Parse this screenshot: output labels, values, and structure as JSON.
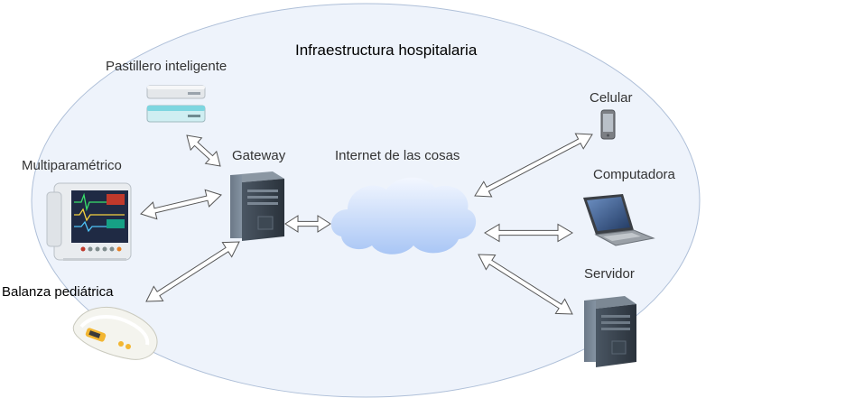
{
  "diagram": {
    "region_label": "Infraestructura hospitalaria",
    "nodes": {
      "pill_dispenser": "Pastillero inteligente",
      "monitor": "Multiparamétrico",
      "scale": "Balanza pediátrica",
      "gateway": "Gateway",
      "iot_cloud": "Internet de las cosas",
      "phone": "Celular",
      "computer": "Computadora",
      "server": "Servidor"
    },
    "connections": [
      {
        "from": "pill_dispenser",
        "to": "gateway",
        "direction": "bidirectional"
      },
      {
        "from": "monitor",
        "to": "gateway",
        "direction": "bidirectional"
      },
      {
        "from": "scale",
        "to": "gateway",
        "direction": "bidirectional"
      },
      {
        "from": "gateway",
        "to": "iot_cloud",
        "direction": "bidirectional"
      },
      {
        "from": "iot_cloud",
        "to": "phone",
        "direction": "bidirectional"
      },
      {
        "from": "iot_cloud",
        "to": "computer",
        "direction": "bidirectional"
      },
      {
        "from": "iot_cloud",
        "to": "server",
        "direction": "bidirectional"
      }
    ],
    "colors": {
      "region_fill": "#eef3fb",
      "region_stroke": "#aebfd8",
      "arrow_stroke": "#555555",
      "cloud_light": "#eaf2ff",
      "cloud_dark": "#a9c6f5",
      "server_dark": "#2f3a45",
      "pill_teal": "#7ed6e0"
    },
    "icons": [
      "pill-dispenser-icon",
      "patient-monitor-icon",
      "baby-scale-icon",
      "tower-server-icon",
      "cloud-icon",
      "mobile-phone-icon",
      "laptop-icon"
    ]
  }
}
